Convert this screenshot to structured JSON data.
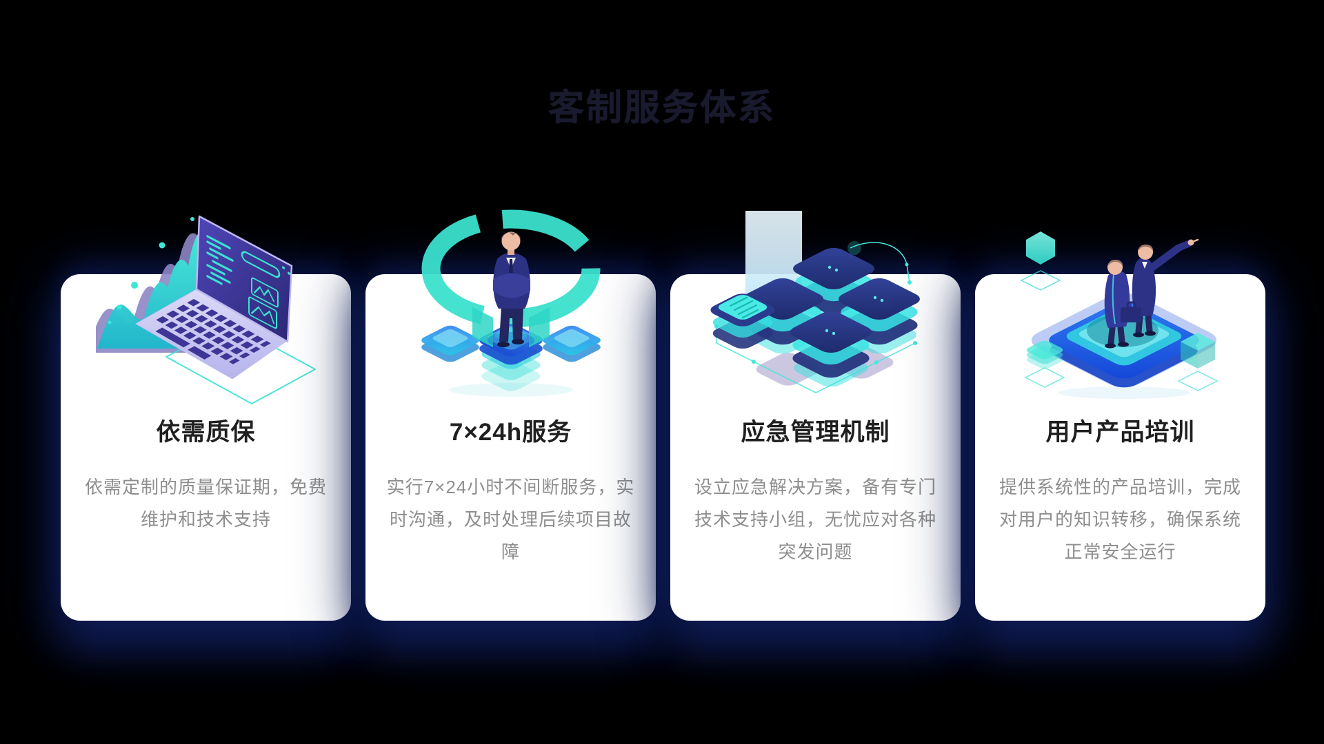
{
  "section": {
    "title": "客制服务体系"
  },
  "colors": {
    "background": "#000000",
    "card_background": "#ffffff",
    "section_title": "#1a1a2e",
    "card_title": "#1f1f1f",
    "card_text": "#8e8e8e",
    "card_glow_shadow": "#0f1b54",
    "accent_teal": "#3ce0cd",
    "accent_indigo": "#4038a8",
    "accent_blue": "#2e6fe8"
  },
  "cards": [
    {
      "illustration": "laptop-analytics",
      "title": "依需质保",
      "description": "依需定制的质量保证期，免费维护和技术支持"
    },
    {
      "illustration": "man-in-service-ring",
      "title": "7×24h服务",
      "description": "实行7×24小时不间断服务，实时沟通，及时处理后续项目故障"
    },
    {
      "illustration": "server-stack",
      "title": "应急管理机制",
      "description": "设立应急解决方案，备有专门技术支持小组，无忧应对各种突发问题"
    },
    {
      "illustration": "team-on-platform",
      "title": "用户产品培训",
      "description": "提供系统性的产品培训，完成对用户的知识转移，确保系统正常安全运行"
    }
  ]
}
